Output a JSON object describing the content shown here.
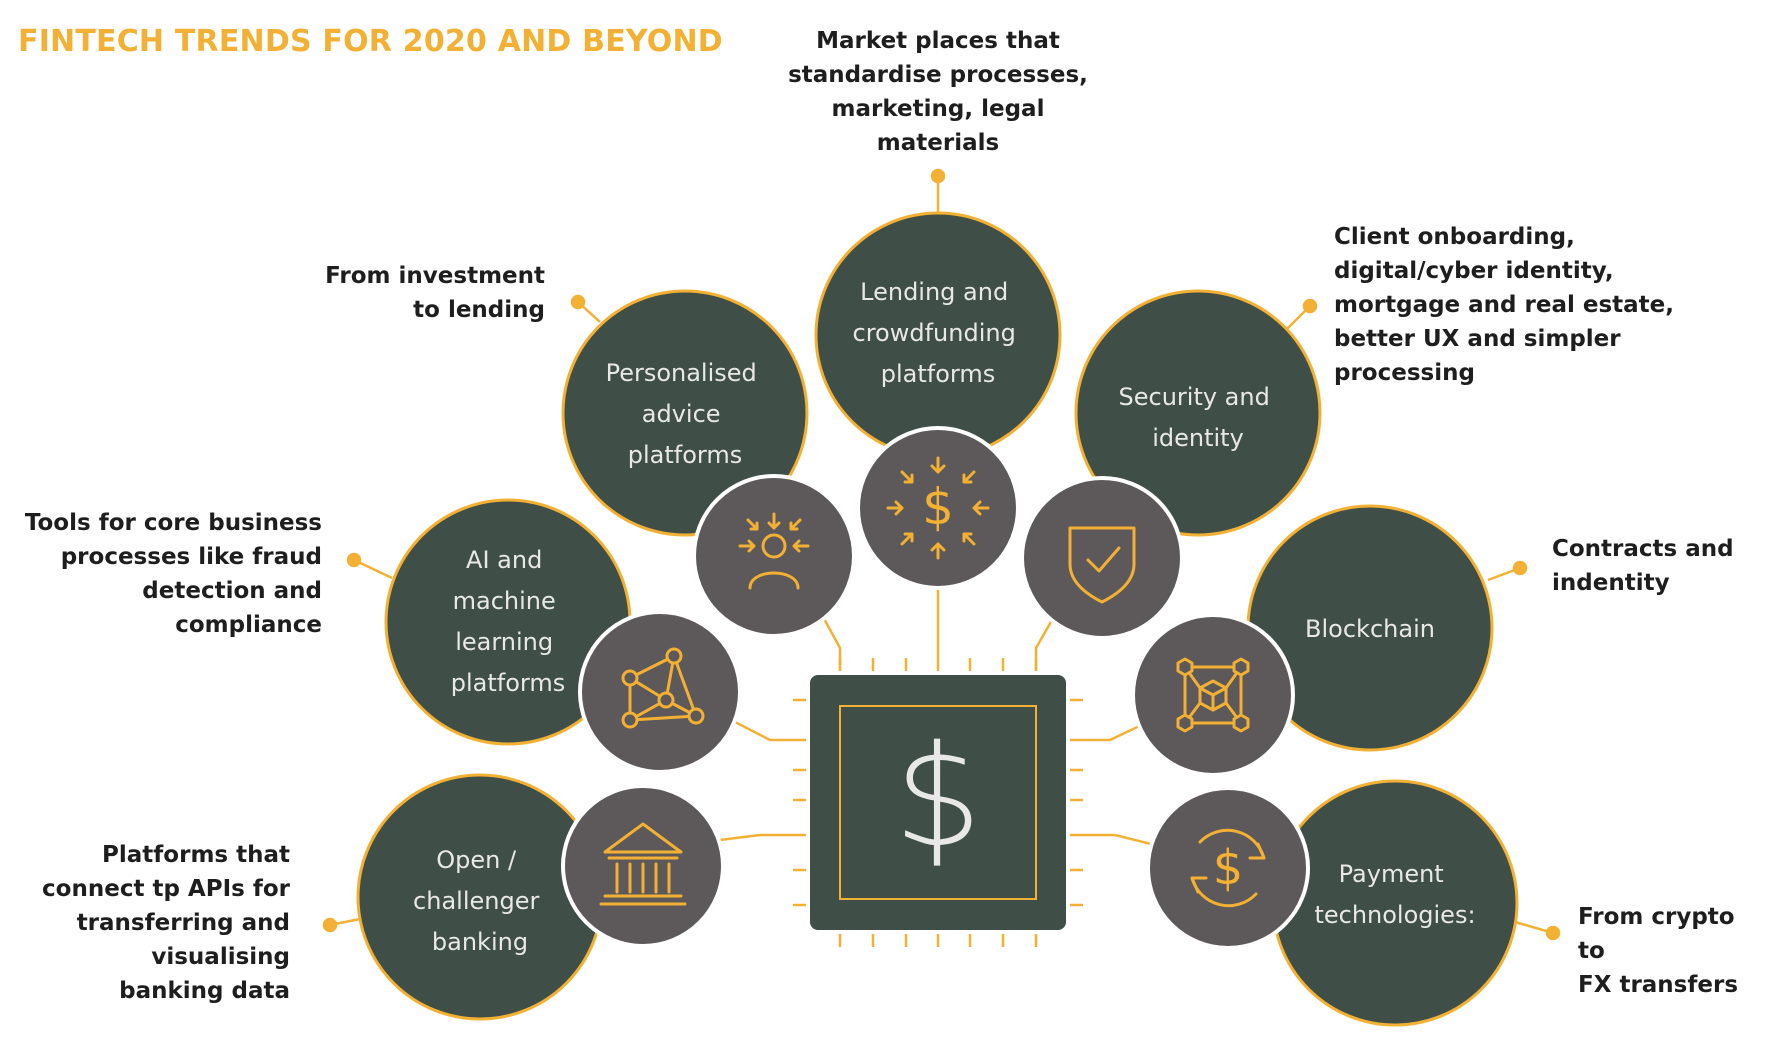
{
  "title": "FINTECH TRENDS FOR 2020 AND BEYOND",
  "colors": {
    "accent": "#f2b134",
    "trend_circle": "#3f4e47",
    "icon_circle": "#5d5859",
    "chip": "#3f4e47",
    "annotation_text": "#1e1e1e",
    "circle_text": "#e8e8e8"
  },
  "center": {
    "icon": "dollar-sign-icon"
  },
  "trends": [
    {
      "id": "open-banking",
      "label_lines": [
        "Open /",
        "challenger",
        "banking"
      ],
      "icon": "bank-building-icon",
      "annotation": "Platforms that\nconnect tp APIs for\ntransferring and\nvisualising\nbanking data"
    },
    {
      "id": "ai-ml",
      "label_lines": [
        "AI and",
        "machine",
        "learning",
        "platforms"
      ],
      "icon": "network-nodes-icon",
      "annotation": "Tools for core business\nprocesses like fraud\ndetection and compliance"
    },
    {
      "id": "personalised-advice",
      "label_lines": [
        "Personalised",
        "advice",
        "platforms"
      ],
      "icon": "person-focus-icon",
      "annotation": "From investment\nto lending"
    },
    {
      "id": "lending-crowdfunding",
      "label_lines": [
        "Lending and",
        "crowdfunding",
        "platforms"
      ],
      "icon": "dollar-converge-icon",
      "annotation": "Market places that\nstandardise processes,\nmarketing, legal\nmaterials"
    },
    {
      "id": "security-identity",
      "label_lines": [
        "Security and",
        "identity"
      ],
      "icon": "shield-check-icon",
      "annotation": "Client onboarding,\ndigital/cyber identity,\nmortgage and real estate,\nbetter UX and simpler\nprocessing"
    },
    {
      "id": "blockchain",
      "label_lines": [
        "Blockchain"
      ],
      "icon": "blockchain-cube-icon",
      "annotation": "Contracts and\nindentity"
    },
    {
      "id": "payment-tech",
      "label_lines": [
        "Payment",
        "technologies:"
      ],
      "icon": "dollar-exchange-icon",
      "annotation": "From crypto to\nFX transfers"
    }
  ]
}
